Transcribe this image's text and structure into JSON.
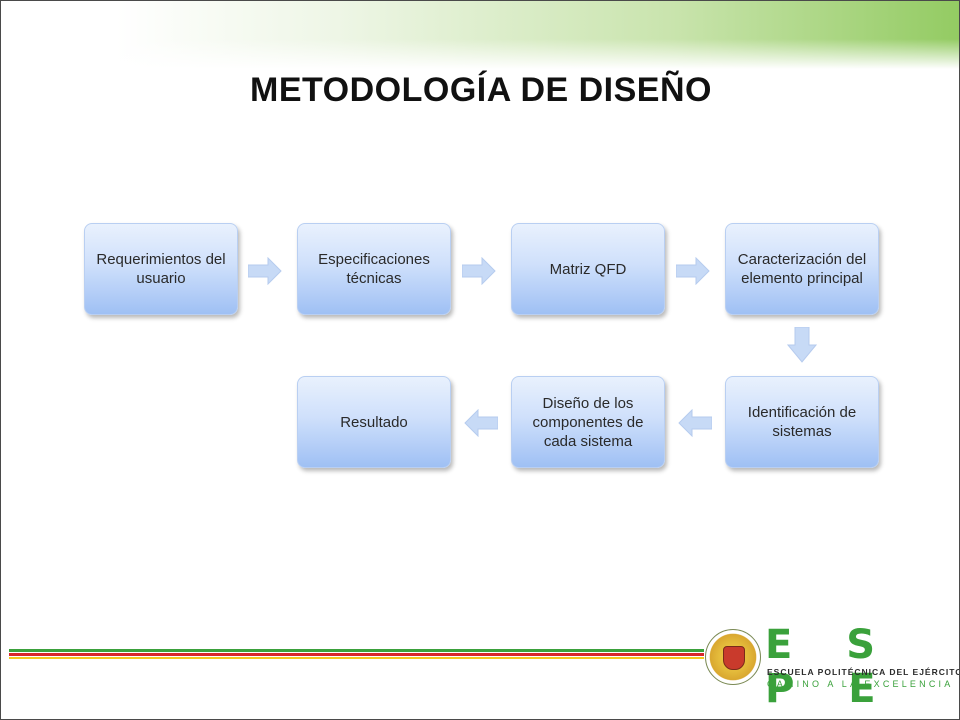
{
  "slide": {
    "title": "METODOLOGÍA DE DISEÑO"
  },
  "diagram": {
    "nodes": [
      {
        "id": "n1",
        "label": "Requerimientos del usuario"
      },
      {
        "id": "n2",
        "label": "Especificaciones técnicas"
      },
      {
        "id": "n3",
        "label": "Matriz QFD"
      },
      {
        "id": "n4",
        "label": "Caracterización del elemento principal"
      },
      {
        "id": "n5",
        "label": "Identificación de sistemas"
      },
      {
        "id": "n6",
        "label": "Diseño de los componentes de cada sistema"
      },
      {
        "id": "n7",
        "label": "Resultado"
      }
    ],
    "edges": [
      {
        "from": "n1",
        "to": "n2"
      },
      {
        "from": "n2",
        "to": "n3"
      },
      {
        "from": "n3",
        "to": "n4"
      },
      {
        "from": "n4",
        "to": "n5"
      },
      {
        "from": "n5",
        "to": "n6"
      },
      {
        "from": "n6",
        "to": "n7"
      }
    ]
  },
  "footer": {
    "brand": "E S P E",
    "brand_line1": "ESCUELA POLITÉCNICA DEL EJÉRCITO",
    "brand_line2": "CAMINO A LA EXCELENCIA",
    "colors": {
      "green": "#3aa13b",
      "red": "#d7262b",
      "yellow": "#f2c81e"
    }
  }
}
